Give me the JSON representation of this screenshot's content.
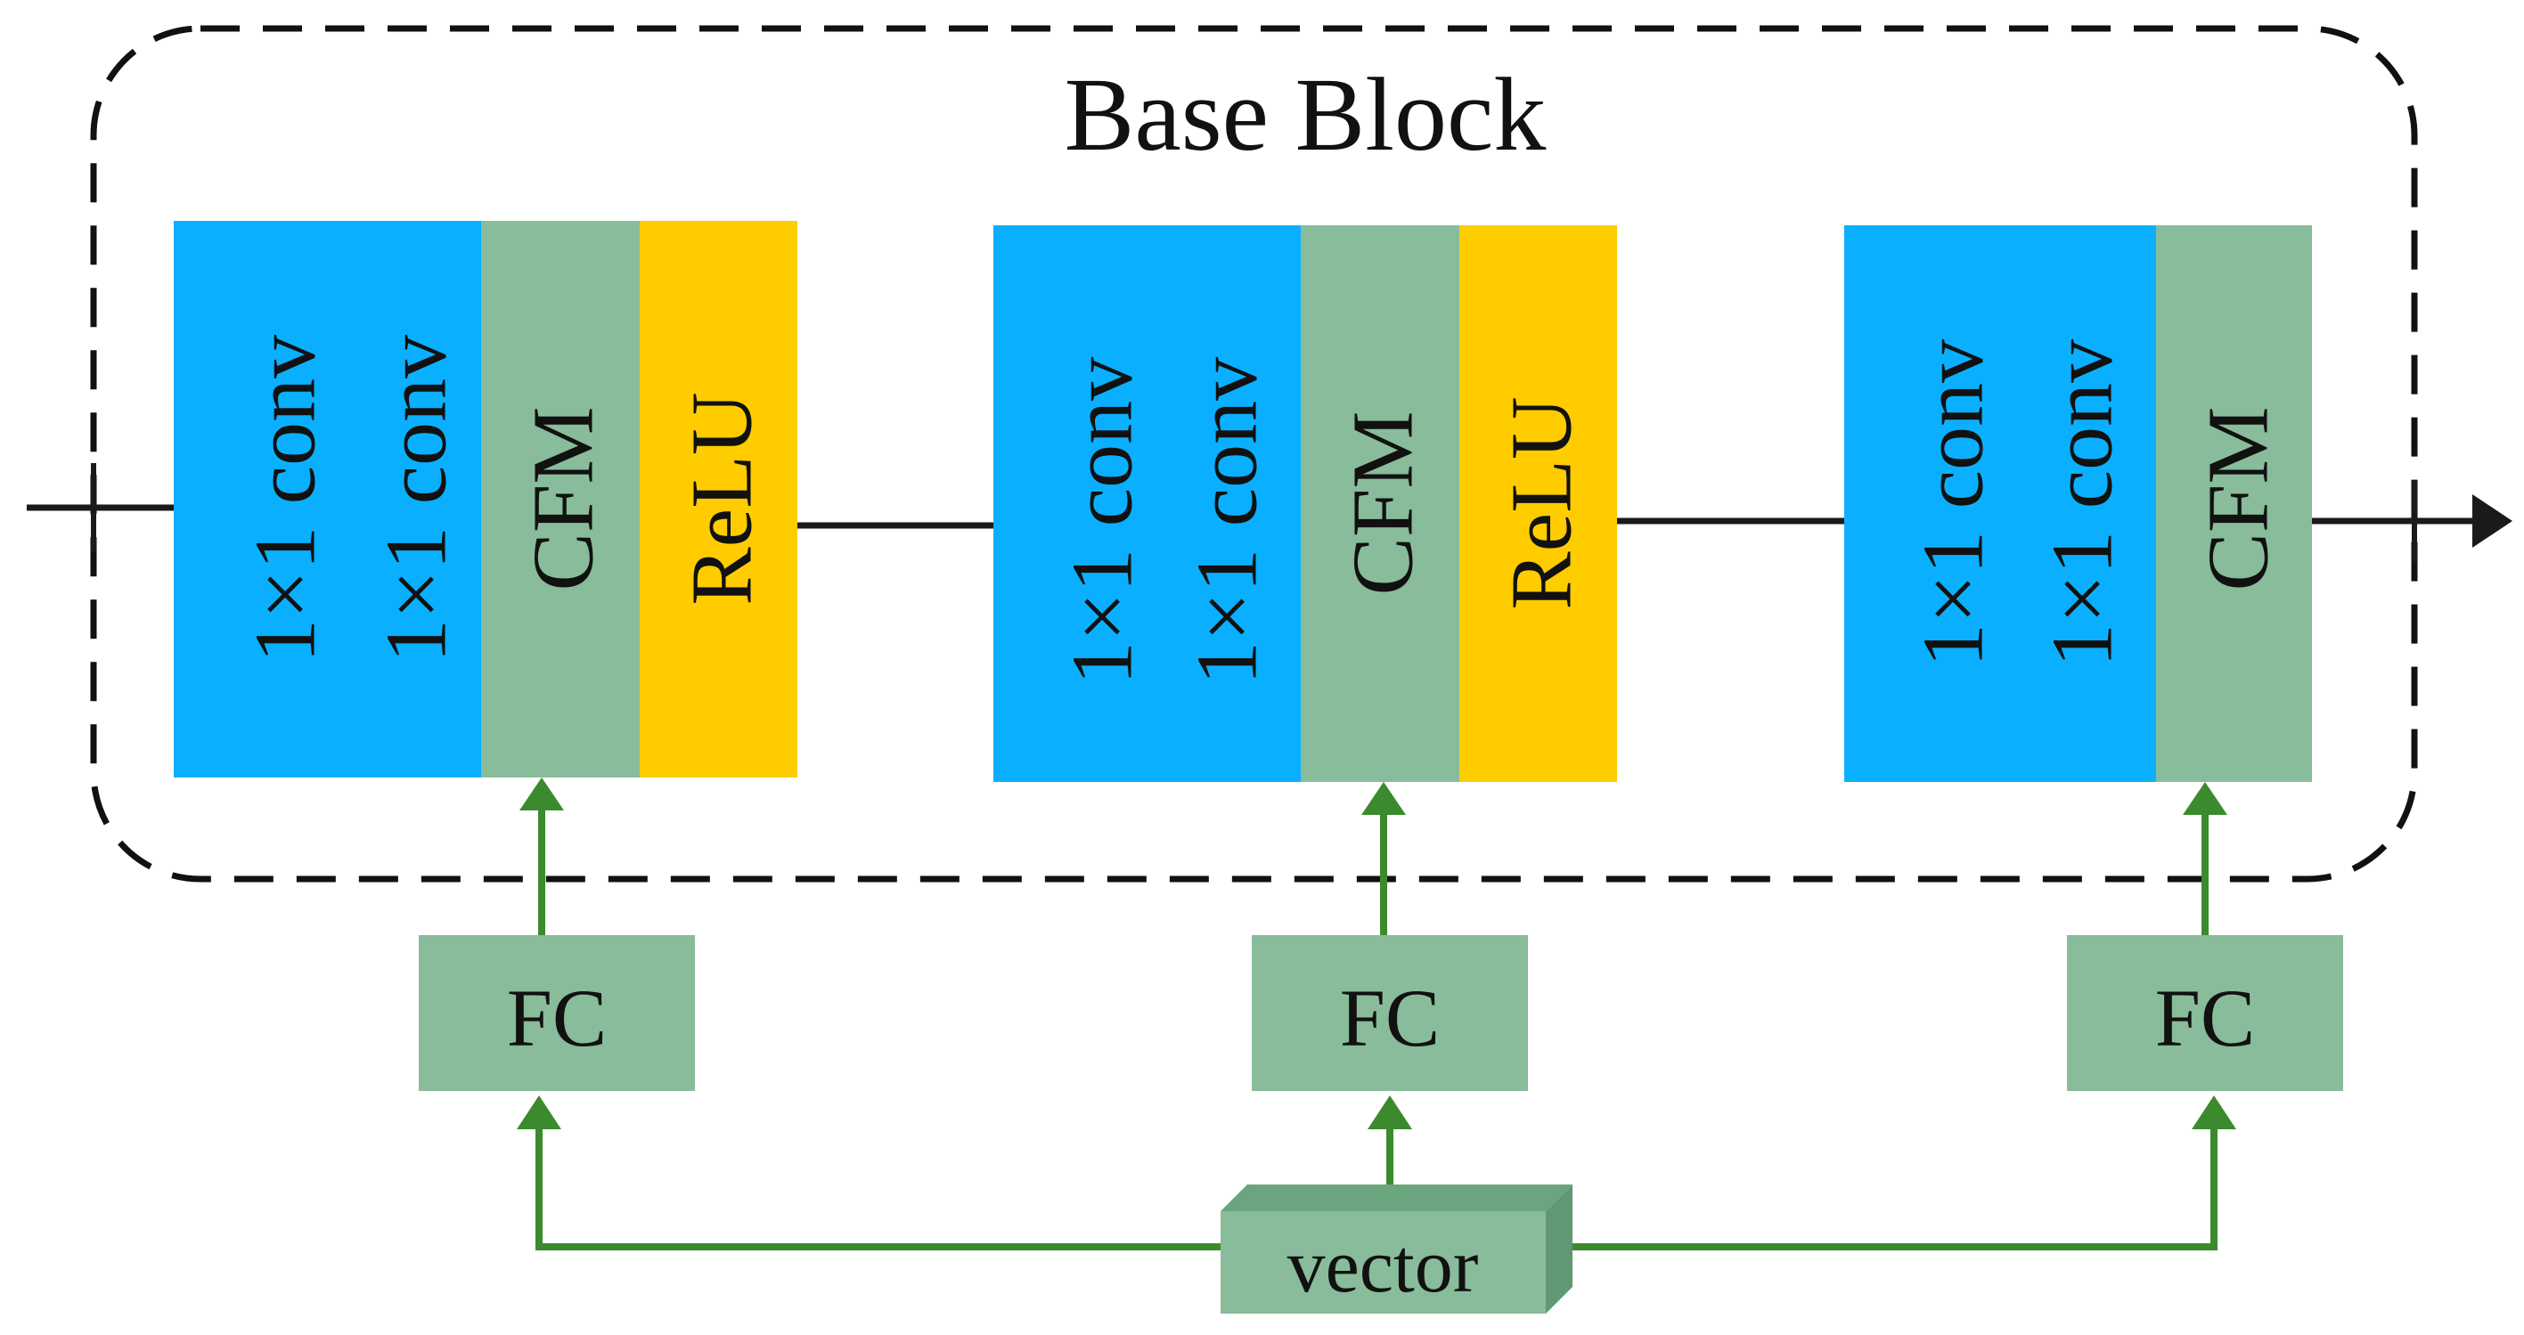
{
  "title": "Base Block",
  "colors": {
    "conv": "#0ab0ff",
    "cfm": "#88bc9a",
    "relu": "#ffcc00",
    "fc": "#88bc9a",
    "vector": "#88bc9a",
    "arrow_green": "#3c8a2e",
    "line_black": "#1a1a1a",
    "dash": "#111111"
  },
  "stages": [
    {
      "conv1": "1×1 conv",
      "conv2": "1×1 conv",
      "cfm": "CFM",
      "relu": "ReLU",
      "fc": "FC"
    },
    {
      "conv1": "1×1 conv",
      "conv2": "1×1 conv",
      "cfm": "CFM",
      "relu": "ReLU",
      "fc": "FC"
    },
    {
      "conv1": "1×1 conv",
      "conv2": "1×1 conv",
      "cfm": "CFM",
      "fc": "FC"
    }
  ],
  "vector": "vector"
}
